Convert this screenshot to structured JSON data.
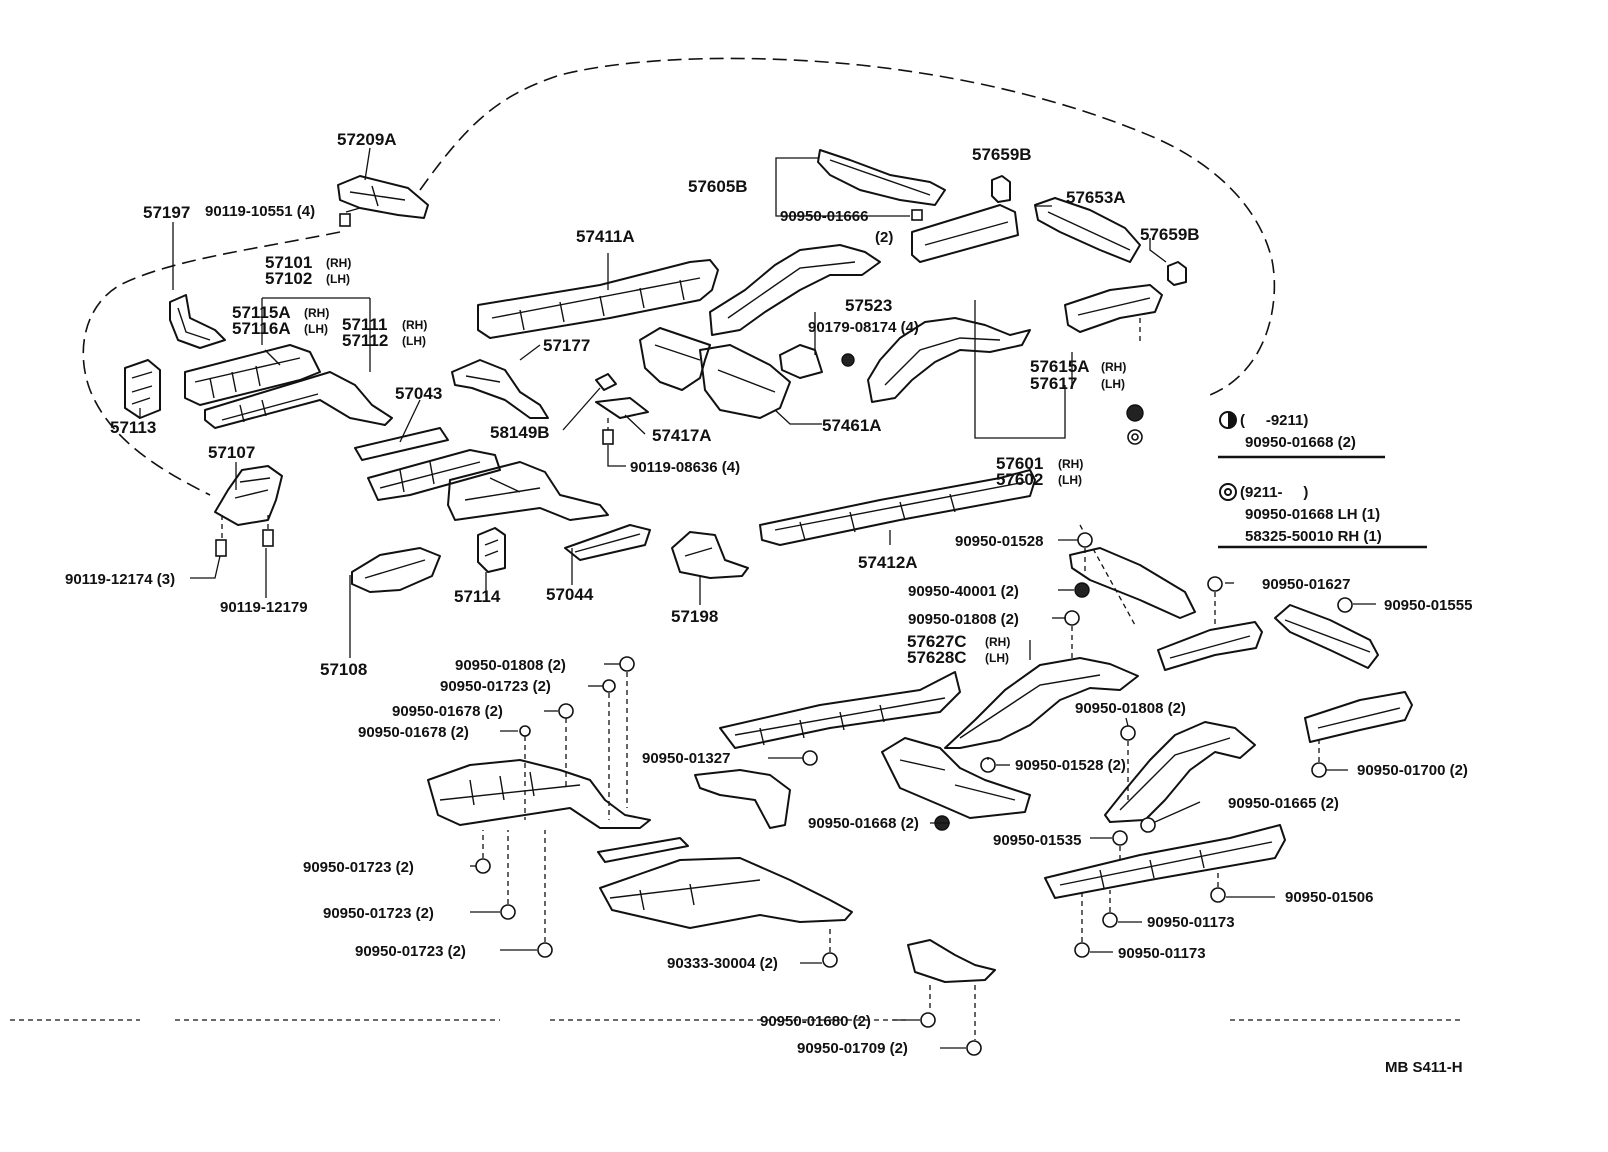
{
  "diagram_id": "MB S411-H",
  "legend": {
    "half_symbol_label": "(     -9211)",
    "half_symbol_part": "90950-01668 (2)",
    "ring_symbol_label": "(9211-     )",
    "ring_symbol_part_lh": "90950-01668 LH (1)",
    "ring_symbol_part_rh": "58325-50010 RH (1)"
  },
  "labels": {
    "p57209A": "57209A",
    "p57197": "57197",
    "p90119_10551": "90119-10551 (4)",
    "p57101": "57101",
    "p57102": "57102",
    "p57115A": "57115A",
    "p57116A": "57116A",
    "p57111": "57111",
    "p57112": "57112",
    "p57113": "57113",
    "p57107": "57107",
    "p90119_12174": "90119-12174 (3)",
    "p90119_12179": "90119-12179",
    "p57108": "57108",
    "p57043": "57043",
    "p57114": "57114",
    "p57044": "57044",
    "p57198": "57198",
    "p57177": "57177",
    "p58149B": "58149B",
    "p57417A": "57417A",
    "p90119_08636": "90119-08636 (4)",
    "p57411A": "57411A",
    "p57605B": "57605B",
    "p90950_01666": "90950-01666",
    "p90950_01666_qty": "(2)",
    "p57523": "57523",
    "p90179_08174": "90179-08174 (4)",
    "p57461A": "57461A",
    "p57659B_a": "57659B",
    "p57653A": "57653A",
    "p57659B_b": "57659B",
    "p57615A": "57615A",
    "p57617": "57617",
    "p57601": "57601",
    "p57602": "57602",
    "p57412A": "57412A",
    "p90950_01528_a": "90950-01528",
    "p90950_40001": "90950-40001 (2)",
    "p90950_01808_a": "90950-01808 (2)",
    "p57627C": "57627C",
    "p57628C": "57628C",
    "p90950_01627": "90950-01627",
    "p90950_01555": "90950-01555",
    "p90950_01808_b": "90950-01808 (2)",
    "p90950_01723_a": "90950-01723 (2)",
    "p90950_01678_a": "90950-01678 (2)",
    "p90950_01678_b": "90950-01678 (2)",
    "p90950_01327": "90950-01327",
    "p90950_01808_c": "90950-01808 (2)",
    "p90950_01528_b": "90950-01528 (2)",
    "p90950_01700": "90950-01700 (2)",
    "p90950_01668": "90950-01668 (2)",
    "p90950_01665": "90950-01665 (2)",
    "p90950_01535": "90950-01535",
    "p90950_01723_b": "90950-01723 (2)",
    "p90950_01723_c": "90950-01723 (2)",
    "p90950_01723_d": "90950-01723 (2)",
    "p90950_01506": "90950-01506",
    "p90950_01173_a": "90950-01173",
    "p90950_01173_b": "90950-01173",
    "p90333_30004": "90333-30004 (2)",
    "p90950_01680": "90950-01680 (2)",
    "p90950_01709": "90950-01709 (2)"
  },
  "side_marks": {
    "rh": "(RH)",
    "lh": "(LH)"
  }
}
